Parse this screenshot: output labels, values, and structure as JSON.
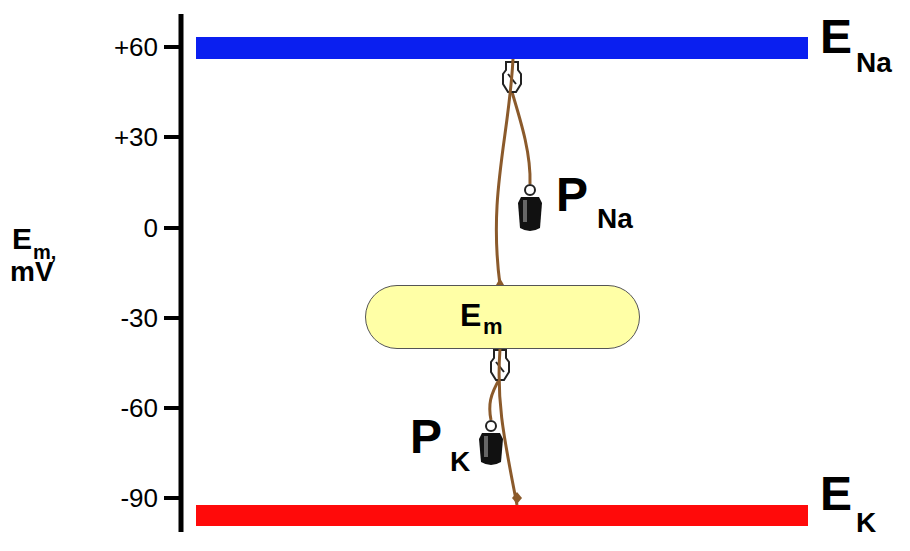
{
  "diagram": {
    "nodes": [
      {
        "text": [
          "E",
          "Na"
        ]
      },
      {
        "text": [
          "E",
          "m"
        ]
      },
      {
        "text": [
          "E",
          "K"
        ]
      }
    ],
    "edges": [
      {
        "from": 0,
        "to": 1,
        "arrow": "none"
      },
      {
        "from": 1,
        "to": 2,
        "arrow": "none"
      }
    ],
    "labels": [
      "+60",
      "+30",
      "0",
      "-30",
      "-60",
      "-90",
      "E",
      "m,",
      "mV",
      "P",
      "Na",
      "P",
      "K"
    ]
  }
}
